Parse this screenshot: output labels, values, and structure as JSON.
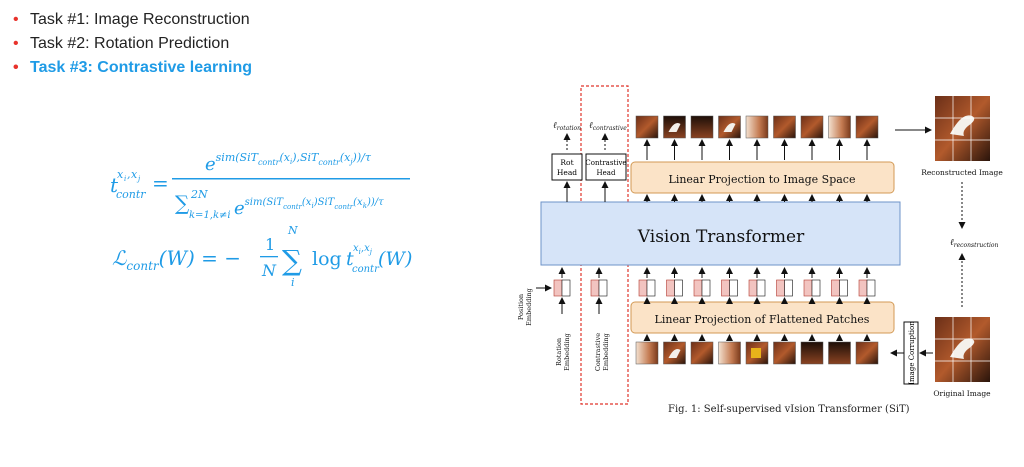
{
  "tasks": [
    {
      "label": "Task #1: Image Reconstruction",
      "active": false
    },
    {
      "label": "Task #2: Rotation Prediction",
      "active": false
    },
    {
      "label": "Task #3: Contrastive learning",
      "active": true
    }
  ],
  "equations": {
    "t_lhs_base": "t",
    "t_lhs_sup": "x",
    "t_lhs_sup_i": "i",
    "t_lhs_sup_j": "x",
    "t_lhs_sup_j_sub": "j",
    "t_lhs_sub": "contr",
    "t_numerator": "e^sim(SiT_contr(x_i), SiT_contr(x_j))/τ",
    "t_denominator": "∑_{k=1,k≠i}^{2N} e^sim(SiT_contr(x_i)SiT_contr(x_k))/τ",
    "loss": "ℒ_contr(W) = − (1/N) ∑_i^N log t_contr^{x_i,x_j}(W)"
  },
  "diagram": {
    "labels": {
      "l_rotation": "ℓ",
      "l_rotation_sub": "rotation",
      "l_contrastive": "ℓ",
      "l_contrastive_sub": "contrastive",
      "rot_head_line1": "Rot",
      "rot_head_line2": "Head",
      "contr_head_line1": "Contrastive",
      "contr_head_line2": "Head",
      "linear_proj_image": "Linear Projection to Image Space",
      "vision_transformer": "Vision Transformer",
      "linear_proj_patches": "Linear Projection of Flattened Patches",
      "position_embedding_line1": "Position",
      "position_embedding_line2": "Embedding",
      "rotation_embedding_line1": "Rotation",
      "rotation_embedding_line2": "Embedding",
      "contrastive_embedding_line1": "Contrastive",
      "contrastive_embedding_line2": "Embedding",
      "image_corruption": "Image Corruption",
      "reconstructed_image": "Reconstructed Image",
      "original_image": "Original Image",
      "l_reconstruction": "ℓ",
      "l_reconstruction_sub": "reconstruction"
    },
    "colors": {
      "transformer_fill": "#d6e4f8",
      "transformer_stroke": "#6e93c8",
      "projection_fill": "#fbe3c7",
      "projection_stroke": "#d39a55",
      "token_fill": "#f2c4c0",
      "dashed_box": "#e0352b",
      "patch_dark": "#3b1e12",
      "patch_mid": "#9a4a26",
      "patch_light": "#e8c9b0"
    }
  },
  "caption": "Fig. 1: Self-supervised vIsion Transformer (SiT)"
}
